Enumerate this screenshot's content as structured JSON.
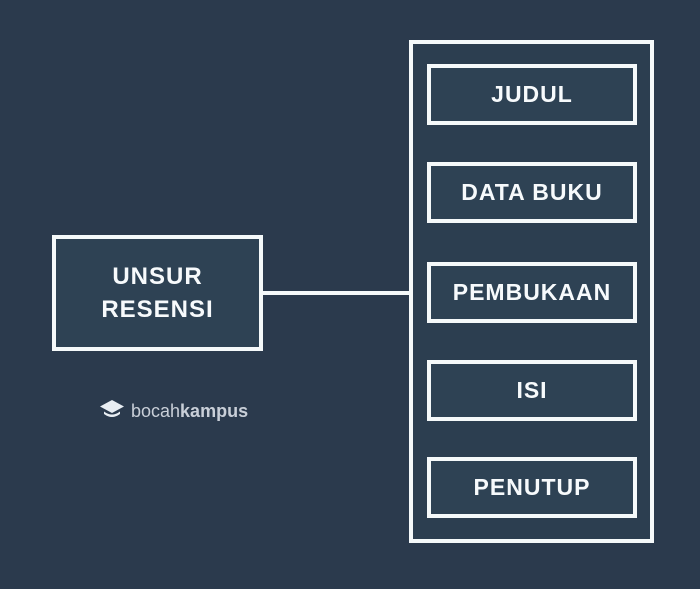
{
  "diagram": {
    "title_hint": "Unsur Resensi flowchart",
    "root": {
      "lines": [
        "UNSUR",
        "RESENSI"
      ]
    },
    "nodes": [
      {
        "label": "JUDUL"
      },
      {
        "label": "DATA BUKU"
      },
      {
        "label": "PEMBUKAAN"
      },
      {
        "label": "ISI"
      },
      {
        "label": "PENUTUP"
      }
    ],
    "logo": {
      "prefix": "bocah",
      "suffix": "kampus",
      "icon": "graduation-cap-icon"
    },
    "colors": {
      "background": "#2b3a4d",
      "node_fill": "#2e4254",
      "border": "#f5f9fa",
      "text": "#f7fafc",
      "logo_text": "#c9cfd8"
    }
  }
}
